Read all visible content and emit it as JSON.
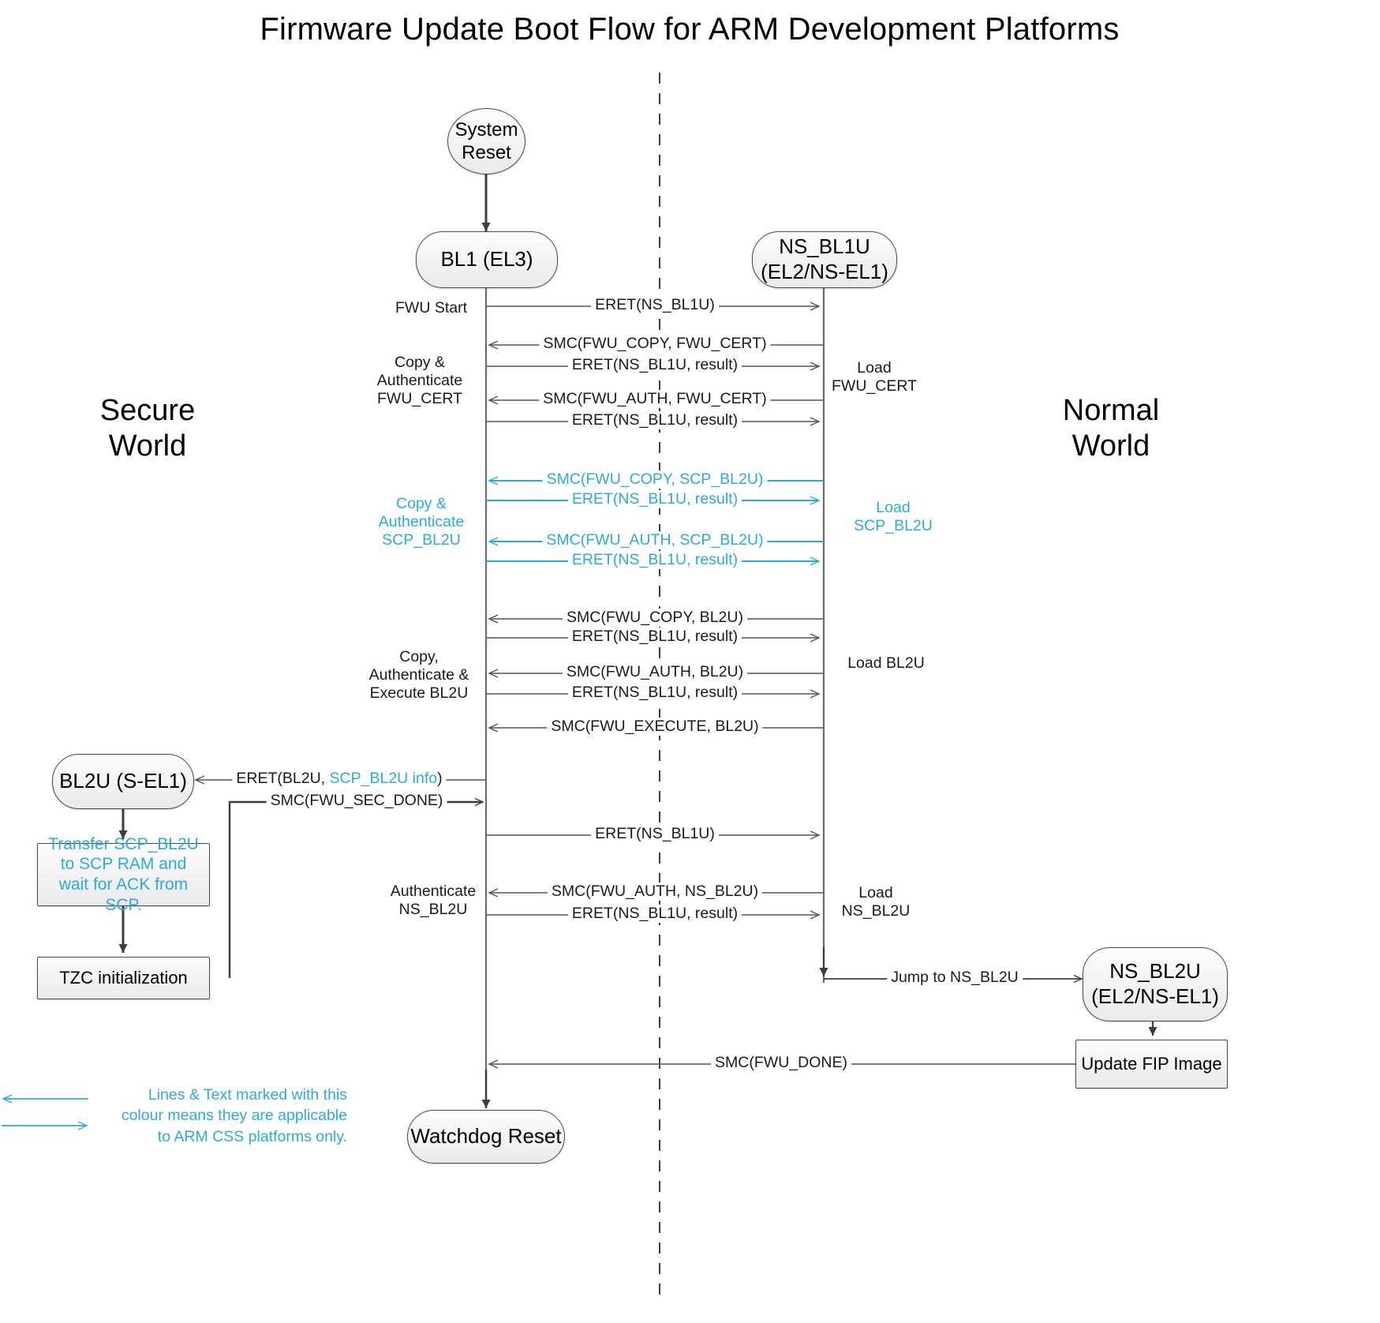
{
  "title": "Firmware Update Boot Flow for ARM Development Platforms",
  "worlds": {
    "secure": "Secure\nWorld",
    "normal": "Normal\nWorld"
  },
  "colors": {
    "css_cyan": "#29abe2",
    "line_dark": "#4a4a4a",
    "node_fill": "#f2f2f2",
    "background": "#ffffff"
  },
  "nodes": {
    "system_reset": "System\nReset",
    "bl1": "BL1\n(EL3)",
    "ns_bl1u": "NS_BL1U\n(EL2/NS-EL1)",
    "bl2u": "BL2U\n(S-EL1)",
    "transfer_scp": "Transfer SCP_BL2U to SCP RAM and wait for ACK from SCP.",
    "tzc_init": "TZC initialization",
    "ns_bl2u": "NS_BL2U\n(EL2/NS-EL1)",
    "update_fip": "Update FIP Image",
    "watchdog_reset": "Watchdog Reset"
  },
  "messages": [
    {
      "id": "m1",
      "label": "ERET(NS_BL1U)",
      "dir": "right",
      "cyan": false
    },
    {
      "id": "m2",
      "label": "SMC(FWU_COPY, FWU_CERT)",
      "dir": "left",
      "cyan": false
    },
    {
      "id": "m3",
      "label": "ERET(NS_BL1U, result)",
      "dir": "right",
      "cyan": false
    },
    {
      "id": "m4",
      "label": "SMC(FWU_AUTH, FWU_CERT)",
      "dir": "left",
      "cyan": false
    },
    {
      "id": "m5",
      "label": "ERET(NS_BL1U, result)",
      "dir": "right",
      "cyan": false
    },
    {
      "id": "m6",
      "label": "SMC(FWU_COPY, SCP_BL2U)",
      "dir": "left",
      "cyan": true
    },
    {
      "id": "m7",
      "label": "ERET(NS_BL1U, result)",
      "dir": "right",
      "cyan": true
    },
    {
      "id": "m8",
      "label": "SMC(FWU_AUTH, SCP_BL2U)",
      "dir": "left",
      "cyan": true
    },
    {
      "id": "m9",
      "label": "ERET(NS_BL1U, result)",
      "dir": "right",
      "cyan": true
    },
    {
      "id": "m10",
      "label": "SMC(FWU_COPY, BL2U)",
      "dir": "left",
      "cyan": false
    },
    {
      "id": "m11",
      "label": "ERET(NS_BL1U, result)",
      "dir": "right",
      "cyan": false
    },
    {
      "id": "m12",
      "label": "SMC(FWU_AUTH, BL2U)",
      "dir": "left",
      "cyan": false
    },
    {
      "id": "m13",
      "label": "ERET(NS_BL1U, result)",
      "dir": "right",
      "cyan": false
    },
    {
      "id": "m14",
      "label": "SMC(FWU_EXECUTE, BL2U)",
      "dir": "left",
      "cyan": false
    },
    {
      "id": "m15",
      "label": "ERET(NS_BL1U)",
      "dir": "right",
      "cyan": false
    },
    {
      "id": "m16",
      "label": "SMC(FWU_AUTH, NS_BL2U)",
      "dir": "left",
      "cyan": false
    },
    {
      "id": "m17",
      "label": "ERET(NS_BL1U, result)",
      "dir": "right",
      "cyan": false
    }
  ],
  "eret_bl2u": {
    "prefix": "ERET(BL2U, ",
    "cyan_part": "SCP_BL2U info",
    "suffix": ")"
  },
  "smc_sec_done": "SMC(FWU_SEC_DONE)",
  "jump_ns_bl2u": "Jump to NS_BL2U",
  "smc_fwu_done": "SMC(FWU_DONE)",
  "left_labels": [
    {
      "text": "FWU Start",
      "cyan": false
    },
    {
      "text": "Copy &\nAuthenticate\nFWU_CERT",
      "cyan": false
    },
    {
      "text": "Copy &\nAuthenticate\nSCP_BL2U",
      "cyan": true
    },
    {
      "text": "Copy,\nAuthenticate &\nExecute BL2U",
      "cyan": false
    },
    {
      "text": "Authenticate\nNS_BL2U",
      "cyan": false
    }
  ],
  "right_labels": [
    {
      "text": "Load\nFWU_CERT",
      "cyan": false
    },
    {
      "text": "Load\nSCP_BL2U",
      "cyan": true
    },
    {
      "text": "Load BL2U",
      "cyan": false
    },
    {
      "text": "Load\nNS_BL2U",
      "cyan": false
    }
  ],
  "legend": {
    "text": "Lines & Text marked with this\ncolour means they are applicable\nto ARM CSS platforms only."
  }
}
